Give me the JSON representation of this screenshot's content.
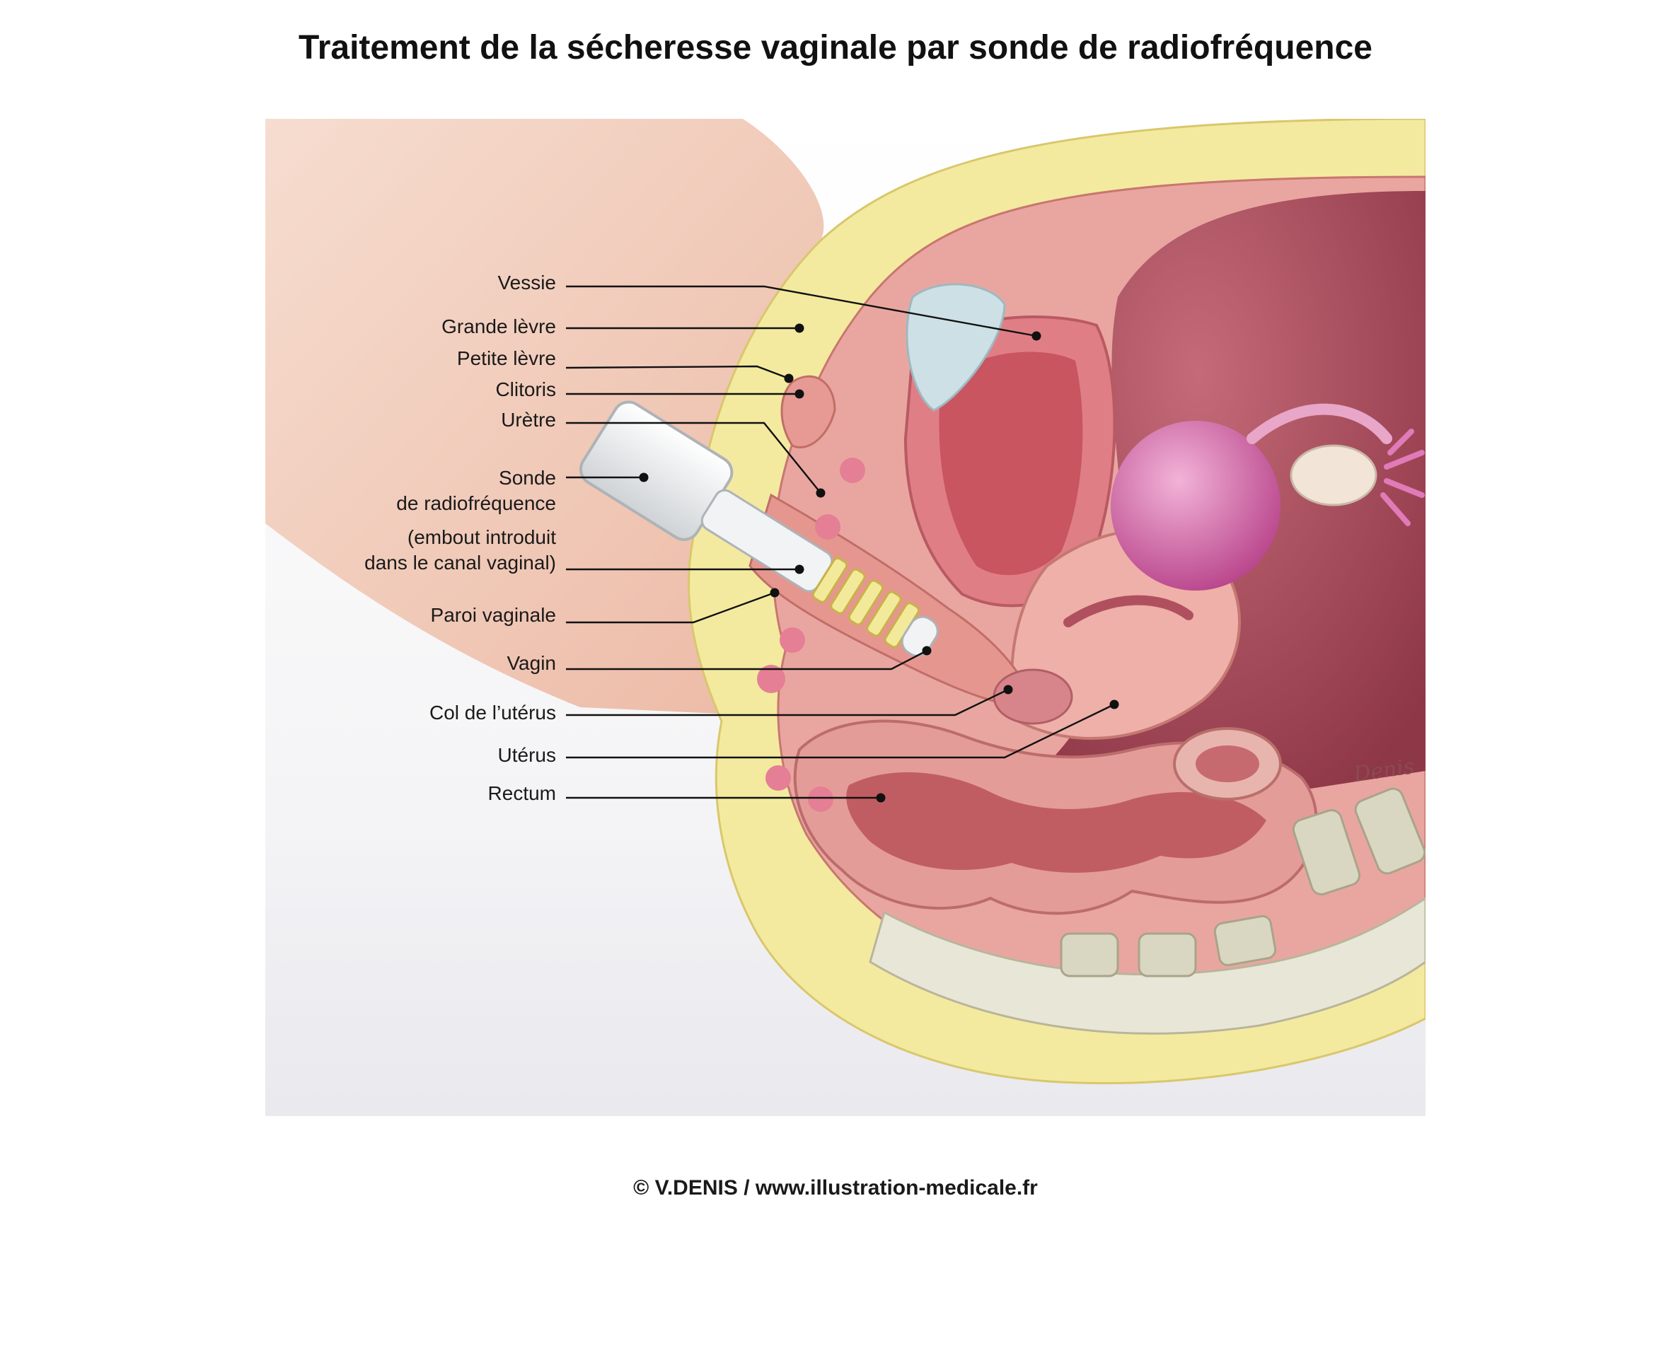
{
  "title": "Traitement de la sécheresse vaginale par sonde de radiofréquence",
  "credit": "© V.DENIS / www.illustration-medicale.fr",
  "signature": "Denis",
  "labels": [
    {
      "id": "vessie",
      "text": "Vessie"
    },
    {
      "id": "grande-levre",
      "text": "Grande lèvre"
    },
    {
      "id": "petite-levre",
      "text": "Petite lèvre"
    },
    {
      "id": "clitoris",
      "text": "Clitoris"
    },
    {
      "id": "uretre",
      "text": "Urètre"
    },
    {
      "id": "sonde-1",
      "text": "Sonde"
    },
    {
      "id": "sonde-2",
      "text": "de radiofréquence"
    },
    {
      "id": "embout-1",
      "text": "(embout introduit"
    },
    {
      "id": "embout-2",
      "text": "dans le canal vaginal)"
    },
    {
      "id": "paroi-vaginale",
      "text": "Paroi vaginale"
    },
    {
      "id": "vagin",
      "text": "Vagin"
    },
    {
      "id": "col-uterus",
      "text": "Col de l’utérus"
    },
    {
      "id": "uterus",
      "text": "Utérus"
    },
    {
      "id": "rectum",
      "text": "Rectum"
    }
  ],
  "colors": {
    "skin": "#f2cdb9",
    "fat": "#f3eaa0",
    "tissue": "#e9a6a0",
    "cavity": "#a74b5c",
    "bladder": "#cde0e6",
    "ovary": "#cf5e9f",
    "bone": "#e8e6d6",
    "line": "#111111",
    "background_pale": "#ececf0"
  }
}
